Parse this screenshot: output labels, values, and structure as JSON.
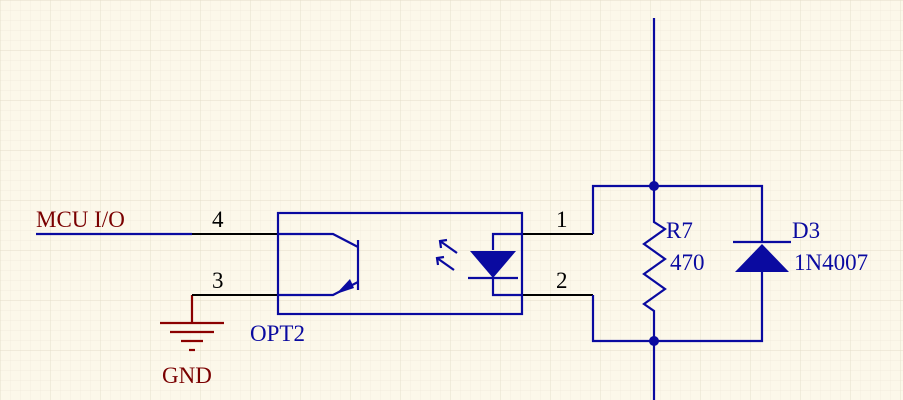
{
  "colors": {
    "background": "#fcf8ea",
    "grid": "#e9e4d3",
    "wire": "#0a0aa0",
    "pin": "#000000",
    "net_label": "#7a0000"
  },
  "net_labels": {
    "mcu_io": "MCU I/O",
    "gnd": "GND"
  },
  "optocoupler": {
    "designator": "OPT2",
    "pins": {
      "p1": "1",
      "p2": "2",
      "p3": "3",
      "p4": "4"
    }
  },
  "resistor": {
    "designator": "R7",
    "value": "470"
  },
  "diode": {
    "designator": "D3",
    "part": "1N4007"
  },
  "icons": {
    "phototransistor": "npn-phototransistor-icon",
    "led": "led-icon",
    "ground": "ground-symbol-icon",
    "resistor": "resistor-zigzag-icon",
    "diode": "rectifier-diode-icon"
  }
}
